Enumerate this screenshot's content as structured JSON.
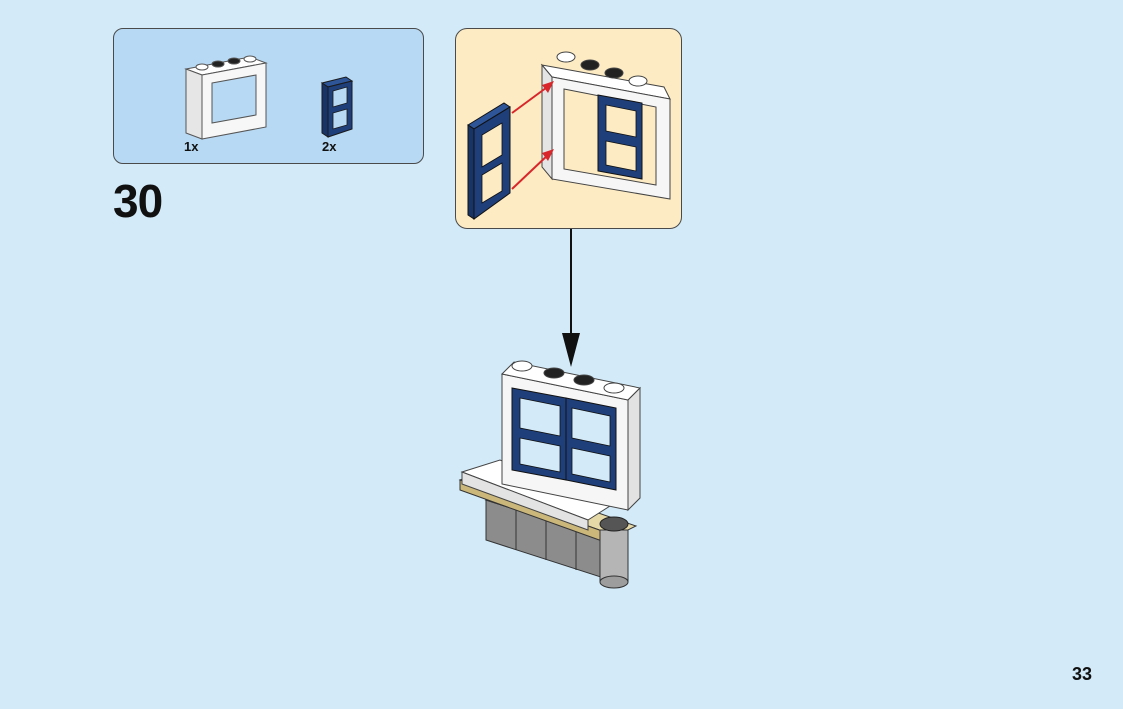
{
  "step": {
    "number": "30"
  },
  "parts": [
    {
      "name": "window-frame",
      "quantity": "1x"
    },
    {
      "name": "window-pane",
      "quantity": "2x"
    }
  ],
  "page": {
    "number": "33"
  },
  "colors": {
    "background": "#d3ebf9",
    "parts_box": "#b8d9f3",
    "callout": "#fdebc4",
    "dark_blue": "#1f3f7a",
    "arrow_red": "#d9262b"
  }
}
